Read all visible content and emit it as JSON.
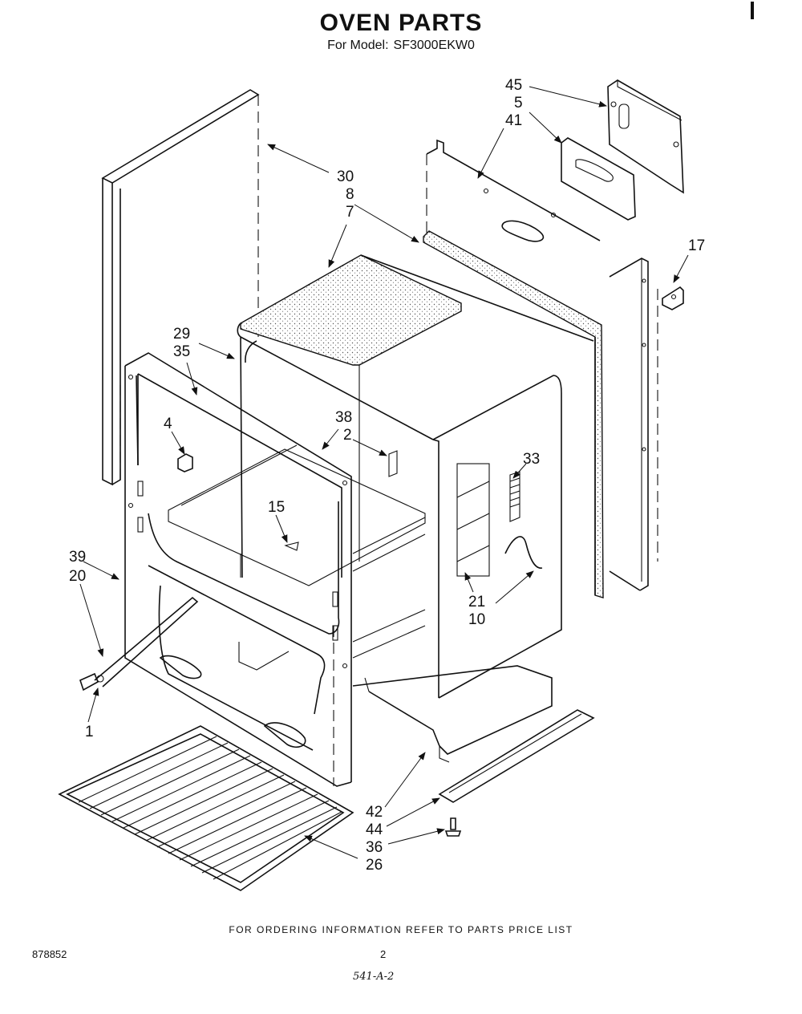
{
  "header": {
    "title": "OVEN PARTS",
    "model_label": "For Model:",
    "model_number": "SF3000EKW0"
  },
  "diagram": {
    "labels": {
      "l45": "45",
      "l5": "5",
      "l41": "41",
      "l30": "30",
      "l8": "8",
      "l7": "7",
      "l17": "17",
      "l29": "29",
      "l35": "35",
      "l38": "38",
      "l2": "2",
      "l4": "4",
      "l33": "33",
      "l15": "15",
      "l39": "39",
      "l20": "20",
      "l21": "21",
      "l10": "10",
      "l1": "1",
      "l42": "42",
      "l44": "44",
      "l36": "36",
      "l26": "26"
    }
  },
  "footer": {
    "ordering_note": "FOR ORDERING INFORMATION REFER TO PARTS PRICE LIST",
    "document_number": "878852",
    "page_number": "2",
    "handwritten_code": "541-A-2"
  }
}
